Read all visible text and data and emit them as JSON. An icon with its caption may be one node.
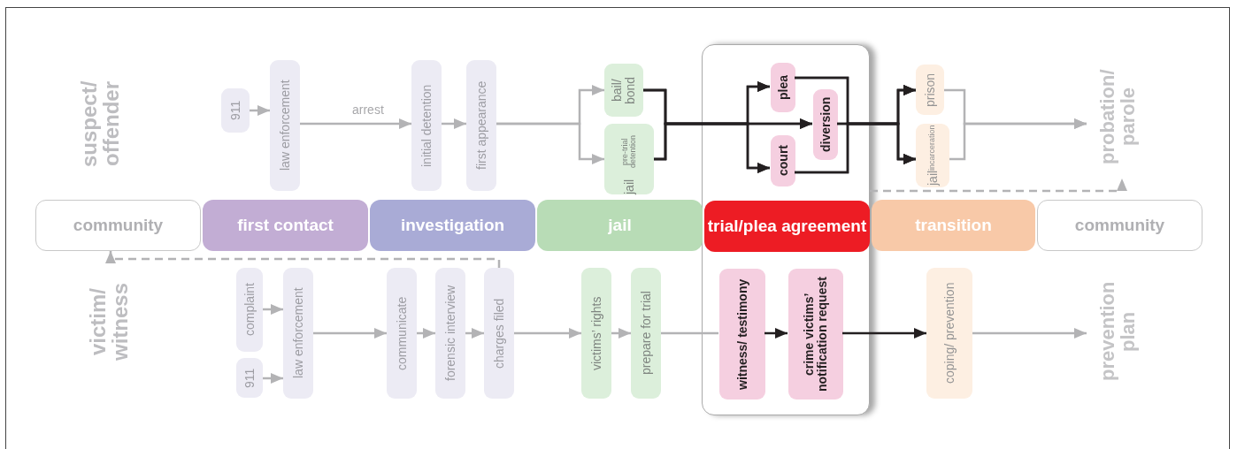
{
  "diagram": {
    "nodes": [
      {
        "text": [
          "911"
        ]
      },
      {
        "text": [
          "law enforcement"
        ]
      },
      {
        "text": [
          "initial detention"
        ]
      },
      {
        "text": [
          "first appearance"
        ]
      },
      {
        "text": [
          "bail/ bond"
        ]
      },
      {
        "text": [
          "jail",
          "pre-trial detention"
        ]
      },
      {
        "text": [],
        "shape": "box"
      },
      {
        "text": [
          "plea"
        ],
        "in": 6
      },
      {
        "text": [
          "diversion"
        ],
        "in": 6
      },
      {
        "text": [
          "court"
        ],
        "in": 6
      },
      {
        "text": [
          "prison"
        ]
      },
      {
        "text": [
          "jail",
          "incarceration"
        ]
      },
      {
        "text": [
          "probation/ parole"
        ]
      },
      {
        "text": [
          "community"
        ]
      },
      {
        "text": [
          "first contact"
        ]
      },
      {
        "text": [
          "investigation"
        ]
      },
      {
        "text": [
          "jail"
        ]
      },
      {
        "text": [
          "trial/plea agreement"
        ],
        "in": 6
      },
      {
        "text": [
          "transition"
        ]
      },
      {
        "text": [
          "community"
        ]
      },
      {
        "text": [
          "complaint"
        ]
      },
      {
        "text": [
          "911"
        ]
      },
      {
        "text": [
          "law enforcement"
        ]
      },
      {
        "text": [
          "communicate"
        ]
      },
      {
        "text": [
          "forensic interview"
        ]
      },
      {
        "text": [
          "charges filed"
        ]
      },
      {
        "text": [
          "victims’ rights"
        ]
      },
      {
        "text": [
          "prepare for trial"
        ]
      },
      {
        "text": [
          "witness/ testimony"
        ],
        "in": 6
      },
      {
        "text": [
          "crime victims’ notification request"
        ],
        "in": 6
      },
      {
        "text": [
          "coping/ prevention"
        ]
      },
      {
        "text": [
          "prevention plan"
        ]
      }
    ],
    "edges": [
      {
        "from": 0,
        "to": 1,
        "arrow": "to"
      },
      {
        "from": 1,
        "to": 2,
        "label": "arrest",
        "arrow": "to"
      },
      {
        "from": 2,
        "to": 3,
        "arrow": "to"
      },
      {
        "from": 3,
        "to": 4,
        "arrow": "to"
      },
      {
        "from": 3,
        "to": 5,
        "arrow": "to"
      },
      {
        "from": 4,
        "to": 7,
        "arrow": "to",
        "color": "#231f20"
      },
      {
        "from": 4,
        "to": 8,
        "arrow": "to",
        "color": "#231f20"
      },
      {
        "from": 4,
        "to": 9,
        "arrow": "to",
        "color": "#231f20"
      },
      {
        "from": 5,
        "to": 7,
        "arrow": "to",
        "color": "#231f20"
      },
      {
        "from": 5,
        "to": 8,
        "arrow": "to",
        "color": "#231f20"
      },
      {
        "from": 5,
        "to": 9,
        "arrow": "to",
        "color": "#231f20"
      },
      {
        "from": 7,
        "to": 10,
        "arrow": "to",
        "color": "#231f20"
      },
      {
        "from": 7,
        "to": 11,
        "arrow": "to",
        "color": "#231f20"
      },
      {
        "from": 8,
        "to": 10,
        "arrow": "to",
        "color": "#231f20"
      },
      {
        "from": 8,
        "to": 11,
        "arrow": "to",
        "color": "#231f20"
      },
      {
        "from": 9,
        "to": 10,
        "arrow": "to",
        "color": "#231f20"
      },
      {
        "from": 9,
        "to": 11,
        "arrow": "to",
        "color": "#231f20"
      },
      {
        "from": 10,
        "to": 12,
        "arrow": "to"
      },
      {
        "from": 11,
        "to": 12,
        "arrow": "to"
      },
      {
        "from": 6,
        "to": 12,
        "arrow": "to",
        "style": "dashed"
      },
      {
        "from": 20,
        "to": 22,
        "arrow": "to"
      },
      {
        "from": 21,
        "to": 22,
        "arrow": "to"
      },
      {
        "from": 22,
        "to": 23,
        "arrow": "to"
      },
      {
        "from": 23,
        "to": 24,
        "arrow": "to"
      },
      {
        "from": 24,
        "to": 25,
        "arrow": "to"
      },
      {
        "from": 25,
        "to": 26,
        "arrow": "to"
      },
      {
        "from": 26,
        "to": 27,
        "arrow": "to"
      },
      {
        "from": 27,
        "to": 28,
        "arrow": "none"
      },
      {
        "from": 28,
        "to": 29,
        "arrow": "to",
        "color": "#231f20"
      },
      {
        "from": 29,
        "to": 30,
        "arrow": "to",
        "color": "#231f20"
      },
      {
        "from": 30,
        "to": 31,
        "arrow": "to"
      },
      {
        "from": 25,
        "to": 13,
        "arrow": "to",
        "style": "dashed"
      }
    ],
    "labels": [
      "suspect/ offender",
      "victim/ witness"
    ]
  }
}
